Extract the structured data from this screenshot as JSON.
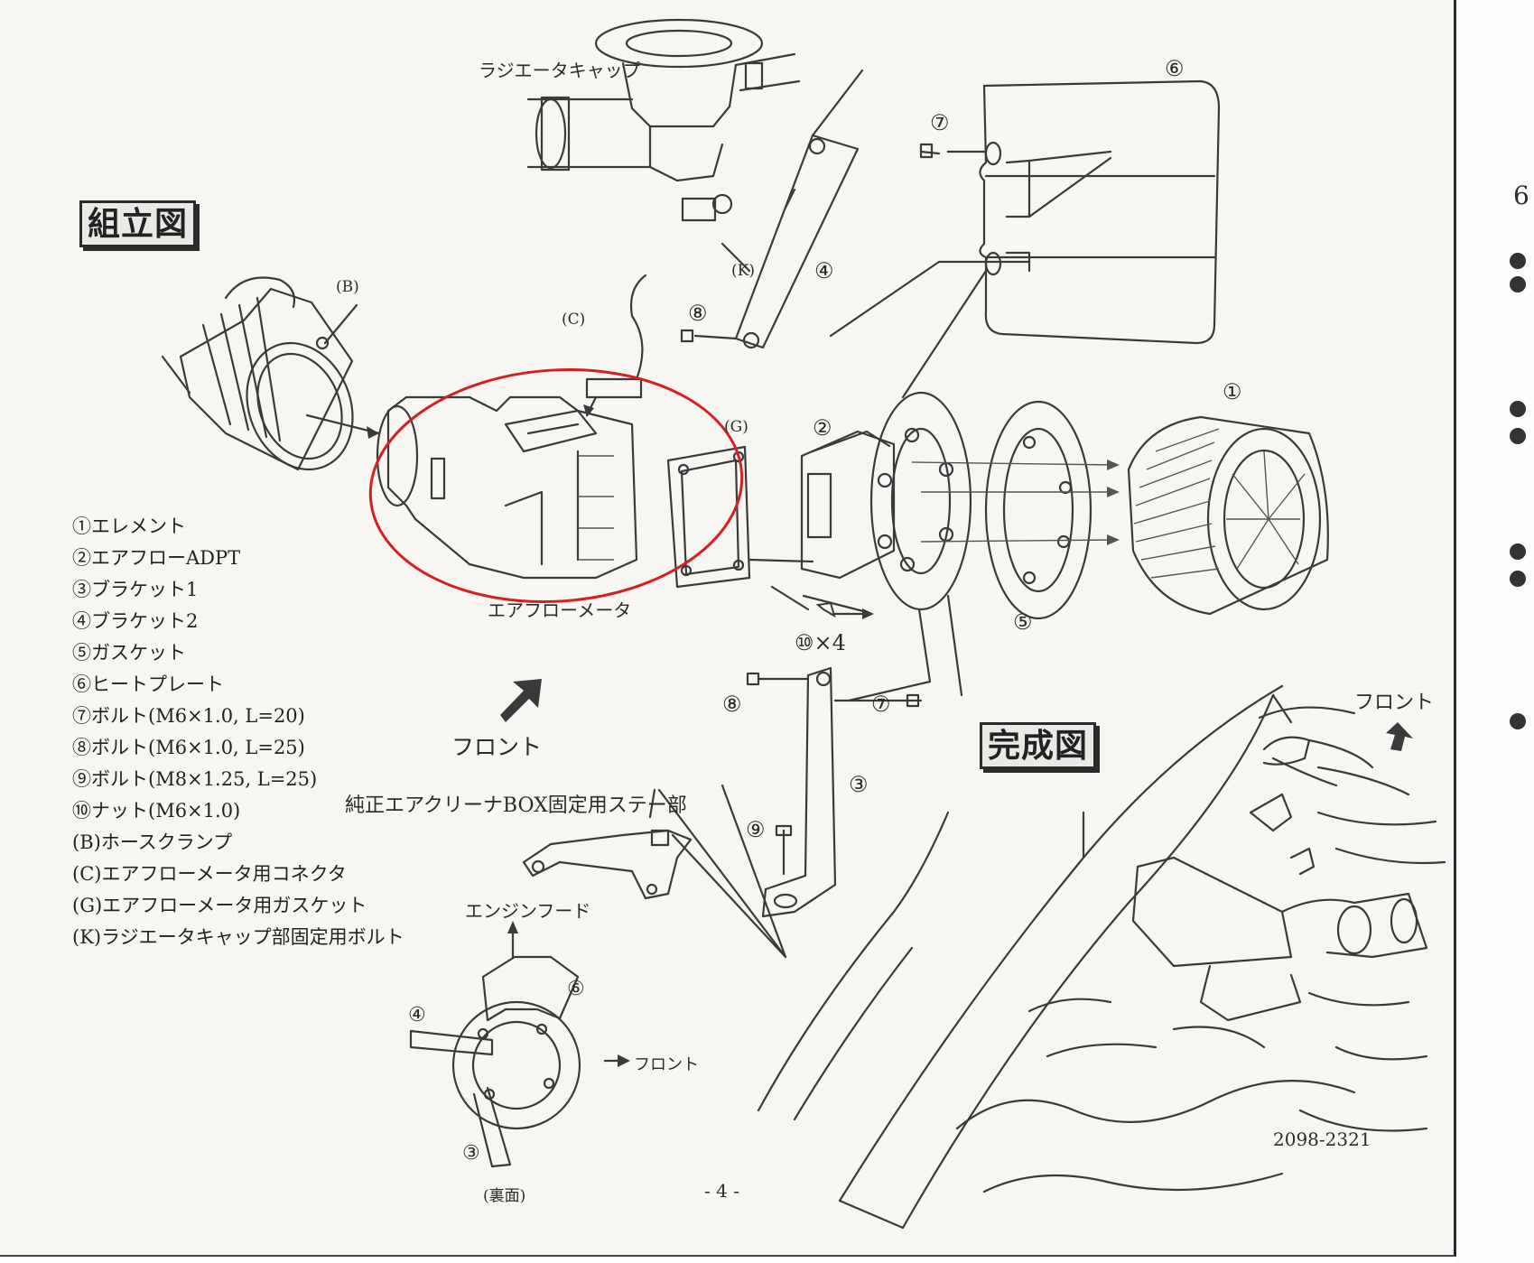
{
  "titles": {
    "assembly": "組立図",
    "completed": "完成図"
  },
  "labels": {
    "radiator_cap": "ラジエータキャップ",
    "airflow_meter": "エアフローメータ",
    "front_1": "フロント",
    "front_2": "フロント",
    "front_3": "フロント",
    "stay_part": "純正エアクリーナBOX固定用ステー部",
    "engine_hood": "エンジンフード",
    "rear_view": "(裏面)",
    "nut_qty": "⑩×4",
    "page_number": "- 4 -",
    "part_code": "2098-2321",
    "edge_digit": "6"
  },
  "callouts": {
    "c1": "①",
    "c2": "②",
    "c3": "③",
    "c4": "④",
    "c5": "⑤",
    "c6": "⑥",
    "c7a": "⑦",
    "c7b": "⑦",
    "c8a": "⑧",
    "c8b": "⑧",
    "c9": "⑨",
    "cB": "(B)",
    "cC": "(C)",
    "cG": "(G)",
    "cK": "(K)",
    "r3": "③",
    "r4": "④",
    "r6": "⑥"
  },
  "legend": [
    "①エレメント",
    "②エアフローADPT",
    "③ブラケット1",
    "④ブラケット2",
    "⑤ガスケット",
    "⑥ヒートプレート",
    "⑦ボルト(M6×1.0, L=20)",
    "⑧ボルト(M6×1.0, L=25)",
    "⑨ボルト(M8×1.25, L=25)",
    "⑩ナット(M6×1.0)",
    "(B)ホースクランプ",
    "(C)エアフローメータ用コネクタ",
    "(G)エアフローメータ用ガスケット",
    "(K)ラジエータキャップ部固定用ボルト"
  ],
  "colors": {
    "paper": "#f7f6f2",
    "ink": "#3a3a3a",
    "highlight": "#d42020"
  }
}
